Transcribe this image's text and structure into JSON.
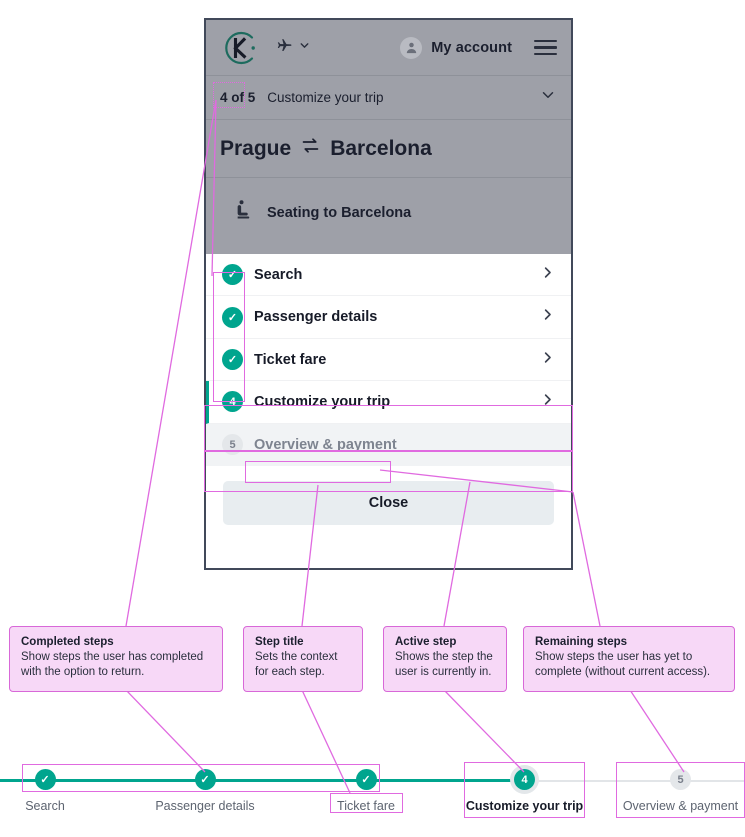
{
  "app": {
    "header": {
      "logo_icon": "kiwi-k-logo-icon",
      "flight_mode_icon": "airplane-icon",
      "flight_mode_caret_icon": "chevron-down-icon",
      "avatar_icon": "user-avatar-icon",
      "account_label": "My account",
      "menu_icon": "hamburger-menu-icon"
    },
    "step_bar": {
      "count_label": "4 of 5",
      "title": "Customize your trip",
      "expand_icon": "chevron-down-icon"
    },
    "route": {
      "origin": "Prague",
      "swap_icon": "swap-arrows-icon",
      "destination": "Barcelona"
    },
    "seating": {
      "icon": "seat-icon",
      "label": "Seating to Barcelona"
    },
    "sheet": {
      "steps": [
        {
          "state": "done",
          "badge": "✓",
          "label": "Search",
          "chevron": "chevron-right-icon"
        },
        {
          "state": "done",
          "badge": "✓",
          "label": "Passenger details",
          "chevron": "chevron-right-icon"
        },
        {
          "state": "done",
          "badge": "✓",
          "label": "Ticket fare",
          "chevron": "chevron-right-icon"
        },
        {
          "state": "active",
          "badge": "4",
          "label": "Customize your trip",
          "chevron": "chevron-right-icon"
        },
        {
          "state": "remaining",
          "badge": "5",
          "label": "Overview & payment",
          "chevron": ""
        }
      ],
      "close_label": "Close"
    }
  },
  "annotations": [
    {
      "title": "Completed steps",
      "body": "Show steps the user has completed with the option to return."
    },
    {
      "title": "Step title",
      "body": "Sets the context for each step."
    },
    {
      "title": "Active step",
      "body": "Shows the step the user is currently in."
    },
    {
      "title": "Remaining steps",
      "body": "Show steps the user has yet to complete (without current access)."
    }
  ],
  "desktop_stepper": {
    "nodes": [
      {
        "state": "done",
        "badge": "✓",
        "label": "Search"
      },
      {
        "state": "done",
        "badge": "✓",
        "label": "Passenger details"
      },
      {
        "state": "done",
        "badge": "✓",
        "label": "Ticket fare"
      },
      {
        "state": "active",
        "badge": "4",
        "label": "Customize your trip"
      },
      {
        "state": "todo",
        "badge": "5",
        "label": "Overview & payment"
      }
    ]
  },
  "colors": {
    "brand_teal": "#00a58e",
    "annotation_pink_fill": "#f7d8f7",
    "annotation_pink_border": "#d868d8",
    "highlight_outline": "#e06ae0",
    "mockup_chrome_gray": "#9ea0a8",
    "remaining_row_bg": "#f1f3f5",
    "close_button_bg": "#e8edf0",
    "text_dark": "#171b28",
    "text_muted": "#7e8490"
  }
}
